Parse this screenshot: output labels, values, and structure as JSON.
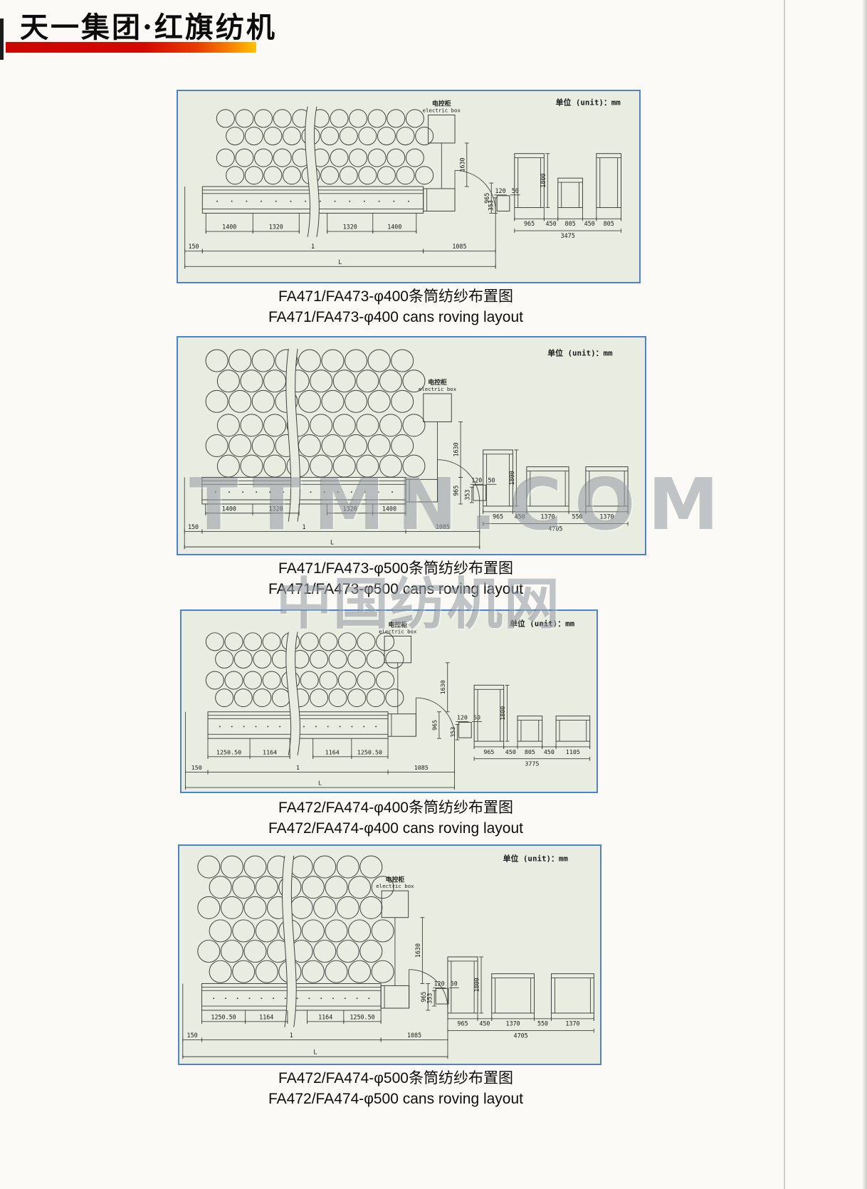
{
  "header": {
    "title": "天一集团·红旗纺机"
  },
  "watermarks": {
    "site": "TTMN.COM",
    "site_cn": "中国纺机网"
  },
  "diagrams": [
    {
      "caption_cn": "FA471/FA473-φ400条筒纺纱布置图",
      "caption_en": "FA471/FA473-φ400 cans roving layout",
      "unit_label": "单位 (unit)：mm",
      "electric_box_cn": "电控柜",
      "electric_box_en": "electric box",
      "dims": {
        "height_to_box": "1630",
        "depth": "965",
        "d120": "120",
        "d50": "50",
        "d353": "353",
        "side_height": "1800",
        "bottom_segments": [
          "1400",
          "1320",
          "1320",
          "1400"
        ],
        "left_offset": "150",
        "section_count": "1",
        "head_width": "1085",
        "overall_length": "L",
        "side_segments": [
          "965",
          "450",
          "805",
          "450",
          "805"
        ],
        "side_total": "3475"
      }
    },
    {
      "caption_cn": "FA471/FA473-φ500条筒纺纱布置图",
      "caption_en": "FA471/FA473-φ500 cans roving layout",
      "unit_label": "单位 (unit)：mm",
      "electric_box_cn": "电控柜",
      "electric_box_en": "electric box",
      "dims": {
        "height_to_box": "1630",
        "depth": "965",
        "d120": "120",
        "d50": "50",
        "d353": "353",
        "side_height": "1800",
        "bottom_segments": [
          "1400",
          "1320",
          "1320",
          "1400"
        ],
        "left_offset": "150",
        "section_count": "1",
        "head_width": "1085",
        "overall_length": "L",
        "side_segments": [
          "965",
          "450",
          "1370",
          "550",
          "1370"
        ],
        "side_total": "4705"
      }
    },
    {
      "caption_cn": "FA472/FA474-φ400条筒纺纱布置图",
      "caption_en": "FA472/FA474-φ400 cans roving layout",
      "unit_label": "单位 (unit)：mm",
      "electric_box_cn": "电控柜",
      "electric_box_en": "electric box",
      "dims": {
        "height_to_box": "1630",
        "depth": "965",
        "d120": "120",
        "d50": "50",
        "d353": "353",
        "side_height": "1800",
        "bottom_segments": [
          "1250.50",
          "1164",
          "1164",
          "1250.50"
        ],
        "left_offset": "150",
        "section_count": "1",
        "head_width": "1085",
        "overall_length": "L",
        "side_segments": [
          "965",
          "450",
          "805",
          "450",
          "1105"
        ],
        "side_total": "3775"
      }
    },
    {
      "caption_cn": "FA472/FA474-φ500条筒纺纱布置图",
      "caption_en": "FA472/FA474-φ500 cans roving layout",
      "unit_label": "单位 (unit)：mm",
      "electric_box_cn": "电控柜",
      "electric_box_en": "electric box",
      "dims": {
        "height_to_box": "1630",
        "depth": "965",
        "d120": "120",
        "d50": "50",
        "d353": "353",
        "side_height": "1800",
        "bottom_segments": [
          "1250.50",
          "1164",
          "1164",
          "1250.50"
        ],
        "left_offset": "150",
        "section_count": "1",
        "head_width": "1085",
        "overall_length": "L",
        "side_segments": [
          "965",
          "450",
          "1370",
          "550",
          "1370"
        ],
        "side_total": "4705"
      }
    }
  ]
}
